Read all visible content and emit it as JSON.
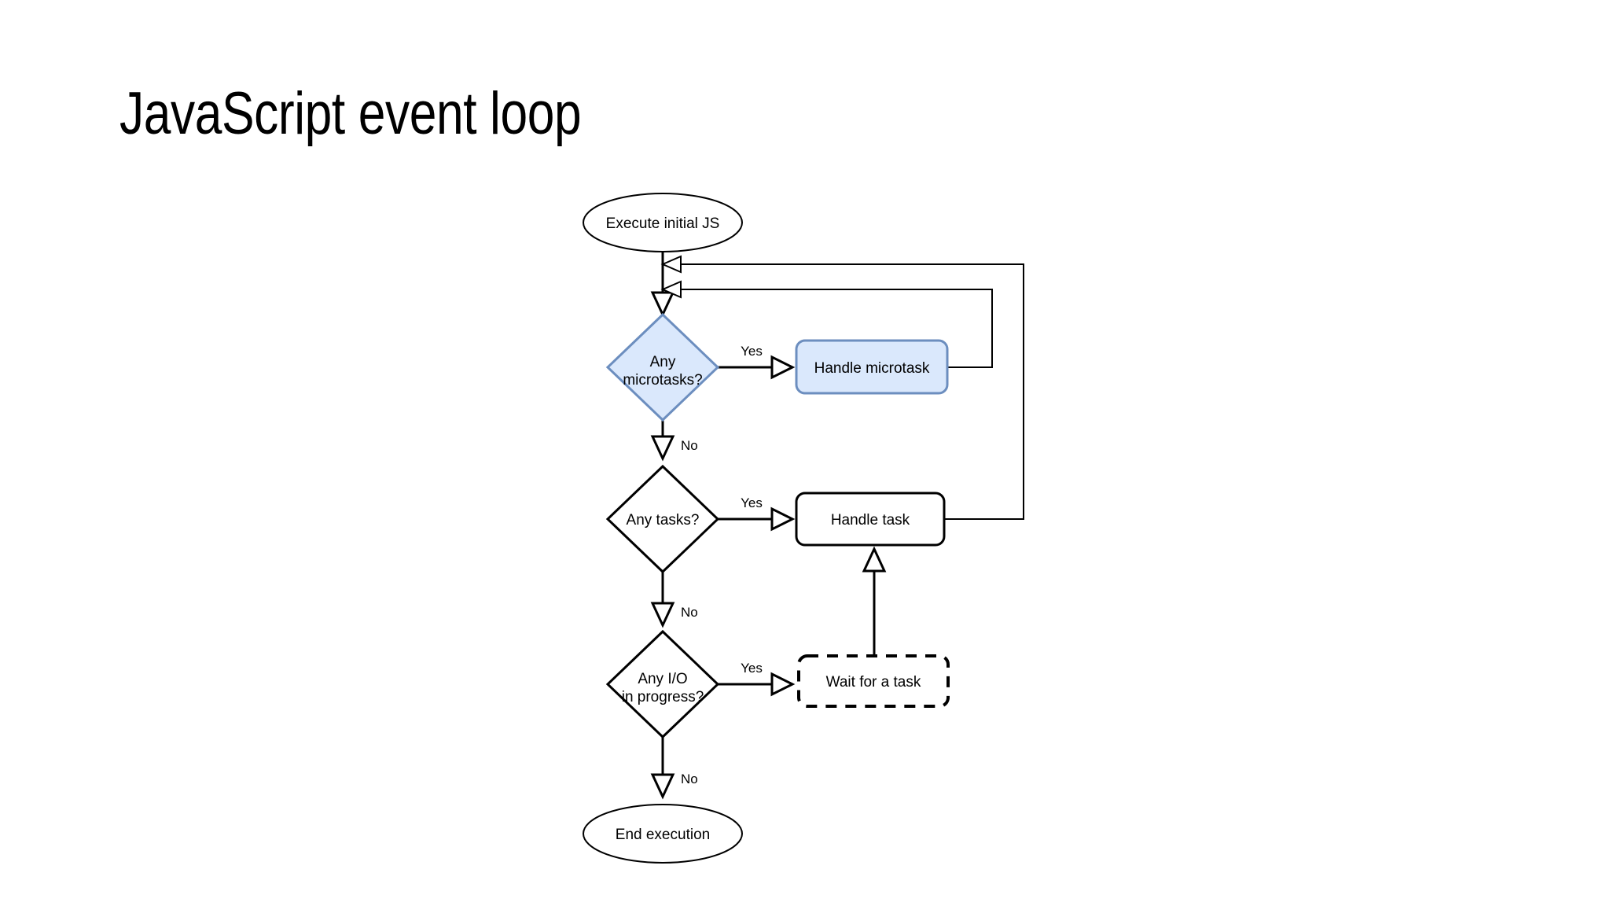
{
  "slide": {
    "title": "JavaScript event loop",
    "background_color": "#ffffff"
  },
  "theme": {
    "accent_fill": "#dae8fc",
    "accent_stroke": "#6c8ebf",
    "default_stroke": "#000000",
    "default_fill": "#ffffff",
    "text_color": "#000000"
  },
  "diagram": {
    "type": "flowchart",
    "nodes": [
      {
        "id": "start",
        "label": "Execute initial JS",
        "shape": "ellipse",
        "fill": "#ffffff",
        "stroke": "#000000"
      },
      {
        "id": "any-microtasks",
        "label": "Any\nmicrotasks?",
        "line1": "Any",
        "line2": "microtasks?",
        "shape": "diamond",
        "fill": "#dae8fc",
        "stroke": "#6c8ebf"
      },
      {
        "id": "handle-microtask",
        "label": "Handle microtask",
        "shape": "rounded-rect",
        "fill": "#dae8fc",
        "stroke": "#6c8ebf"
      },
      {
        "id": "any-tasks",
        "label": "Any tasks?",
        "shape": "diamond",
        "fill": "#ffffff",
        "stroke": "#000000"
      },
      {
        "id": "handle-task",
        "label": "Handle task",
        "shape": "rounded-rect",
        "fill": "#ffffff",
        "stroke": "#000000"
      },
      {
        "id": "any-io",
        "label": "Any I/O\nin progress?",
        "line1": "Any I/O",
        "line2": "in progress?",
        "shape": "diamond",
        "fill": "#ffffff",
        "stroke": "#000000"
      },
      {
        "id": "wait-for-task",
        "label": "Wait for a task",
        "shape": "rounded-rect-dashed",
        "fill": "#ffffff",
        "stroke": "#000000"
      },
      {
        "id": "end",
        "label": "End execution",
        "shape": "ellipse",
        "fill": "#ffffff",
        "stroke": "#000000"
      }
    ],
    "edges": [
      {
        "from": "start",
        "to": "any-microtasks",
        "label": ""
      },
      {
        "from": "any-microtasks",
        "to": "handle-microtask",
        "label": "Yes"
      },
      {
        "from": "any-microtasks",
        "to": "any-tasks",
        "label": "No"
      },
      {
        "from": "handle-microtask",
        "to": "any-microtasks",
        "label": ""
      },
      {
        "from": "any-tasks",
        "to": "handle-task",
        "label": "Yes"
      },
      {
        "from": "any-tasks",
        "to": "any-io",
        "label": "No"
      },
      {
        "from": "handle-task",
        "to": "any-microtasks",
        "label": ""
      },
      {
        "from": "any-io",
        "to": "wait-for-task",
        "label": "Yes"
      },
      {
        "from": "any-io",
        "to": "end",
        "label": "No"
      },
      {
        "from": "wait-for-task",
        "to": "handle-task",
        "label": ""
      }
    ],
    "edge_labels": {
      "yes_microtask": "Yes",
      "no_microtask": "No",
      "yes_task": "Yes",
      "no_task": "No",
      "yes_io": "Yes",
      "no_io": "No"
    }
  }
}
